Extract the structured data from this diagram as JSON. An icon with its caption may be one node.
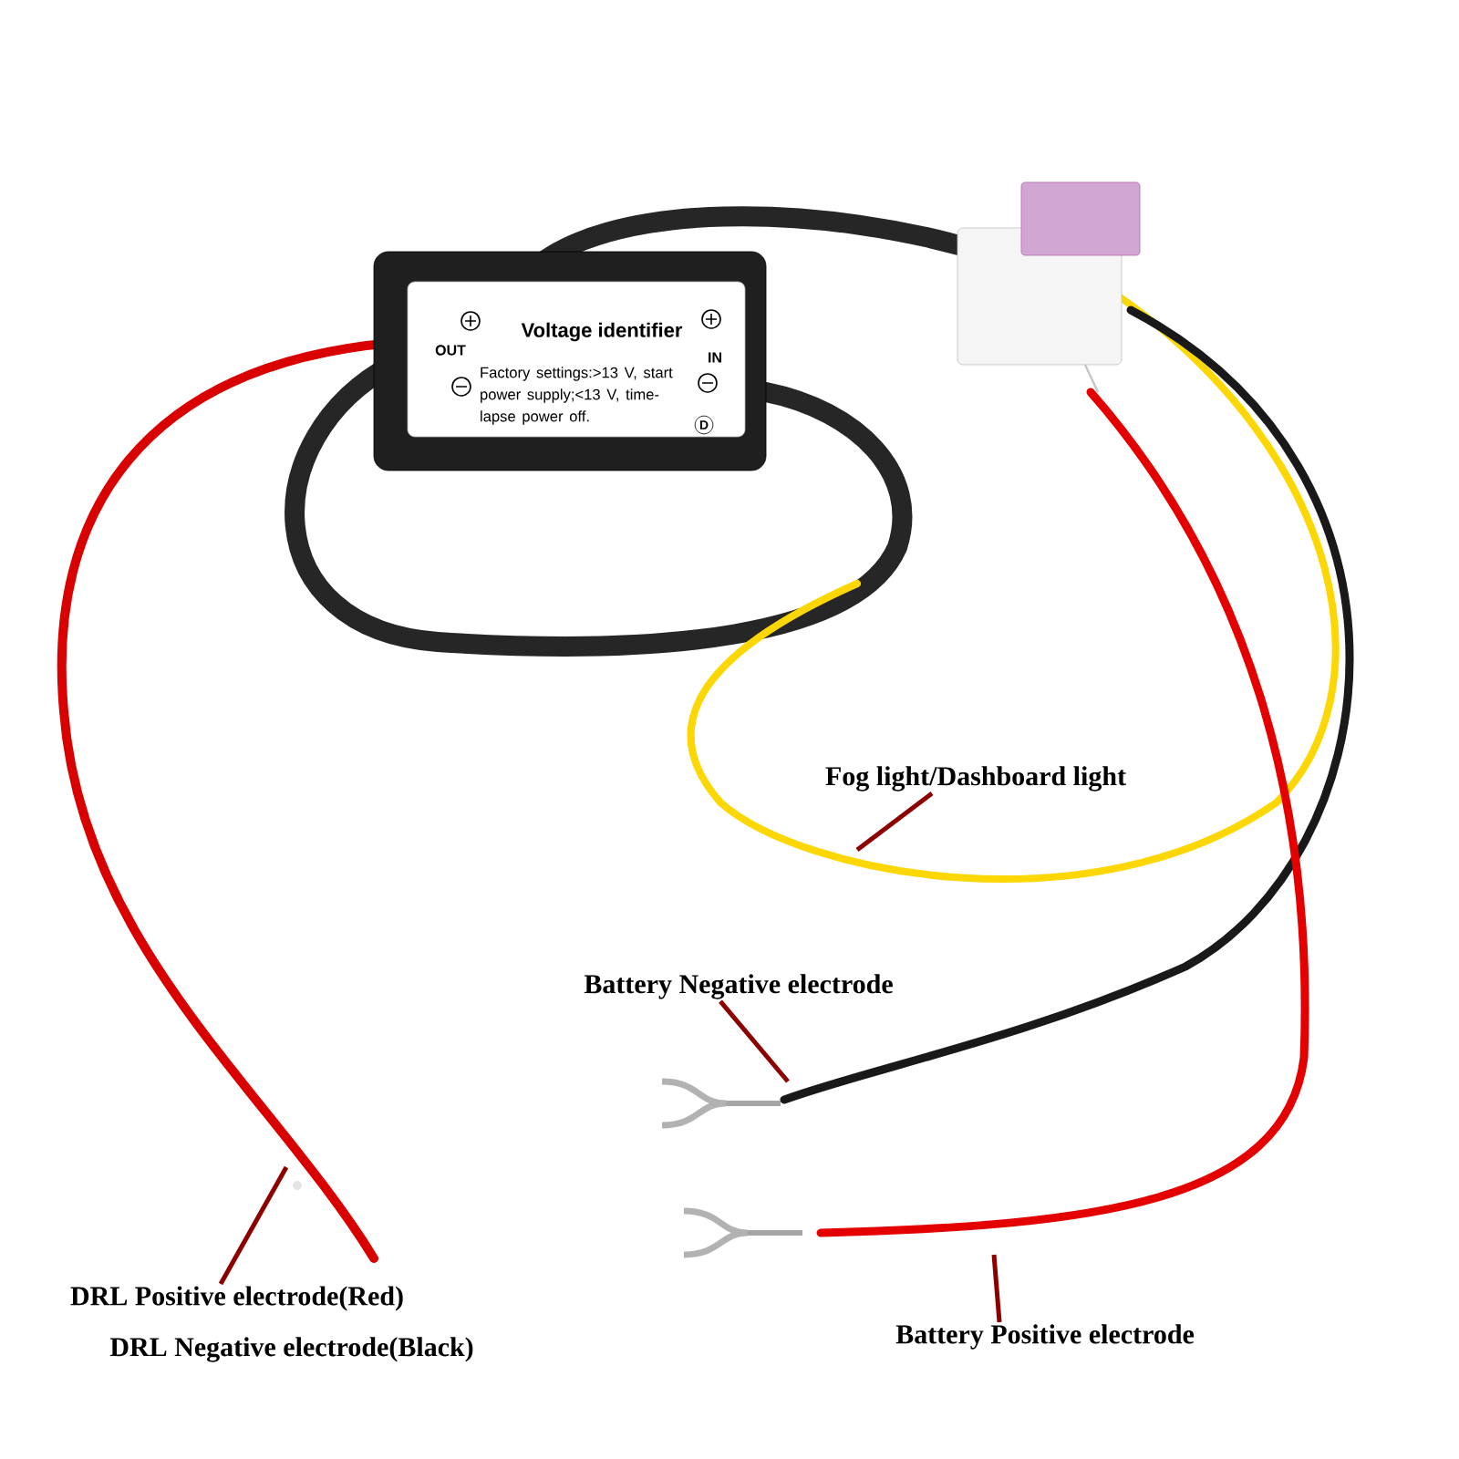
{
  "diagram": {
    "nodes": [
      {
        "text": [
          "Voltage identifier",
          "OUT",
          "IN",
          "Factory settings:>13 V, start power supply;<13 V, time-lapse power off.",
          "D"
        ]
      },
      {
        "text": [
          "Fog light/Dashboard light"
        ]
      },
      {
        "text": [
          "Battery Negative electrode"
        ]
      },
      {
        "text": [
          "DRL Positive electrode(Red)"
        ]
      },
      {
        "text": [
          "DRL Negative electrode(Black)"
        ]
      },
      {
        "text": [
          "Battery Positive electrode"
        ]
      }
    ],
    "edges": [
      {
        "from": 1,
        "to": null,
        "arrow": "none"
      },
      {
        "from": 2,
        "to": null,
        "arrow": "none"
      },
      {
        "from": 3,
        "to": null,
        "arrow": "none"
      },
      {
        "from": 5,
        "to": null,
        "arrow": "none"
      }
    ]
  }
}
